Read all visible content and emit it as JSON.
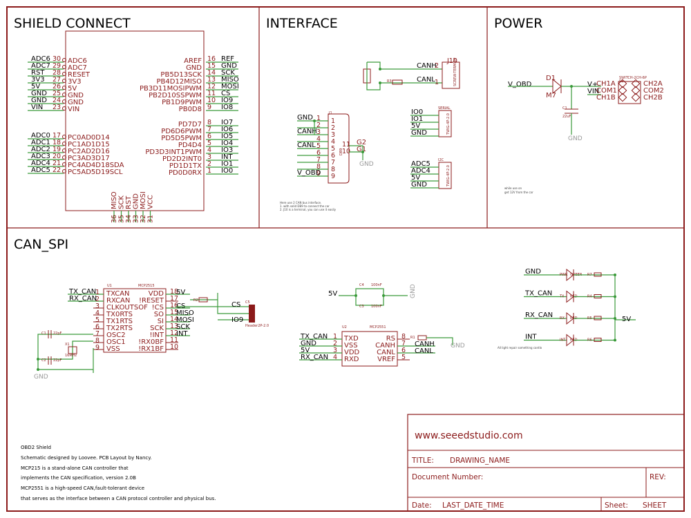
{
  "sections": {
    "shield": "SHIELD CONNECT",
    "interface": "INTERFACE",
    "power": "POWER",
    "can_spi": "CAN_SPI"
  },
  "shield": {
    "left_top": [
      {
        "net": "ADC6",
        "num": "30",
        "pin": "ADC6"
      },
      {
        "net": "ADC7",
        "num": "29",
        "pin": "ADC7"
      },
      {
        "net": "RST",
        "num": "28",
        "pin": "RESET"
      },
      {
        "net": "3V3",
        "num": "27",
        "pin": "3V3"
      },
      {
        "net": "5V",
        "num": "26",
        "pin": "5V"
      },
      {
        "net": "GND",
        "num": "25",
        "pin": "GND"
      },
      {
        "net": "GND",
        "num": "24",
        "pin": "GND"
      },
      {
        "net": "VIN",
        "num": "23",
        "pin": "VIN"
      }
    ],
    "left_bottom": [
      {
        "net": "ADC0",
        "num": "17",
        "pin": "PC0AD0D14"
      },
      {
        "net": "ADC1",
        "num": "18",
        "pin": "PC1AD1D15"
      },
      {
        "net": "ADC2",
        "num": "19",
        "pin": "PC2AD2D16"
      },
      {
        "net": "ADC3",
        "num": "20",
        "pin": "PC3AD3D17"
      },
      {
        "net": "ADC4",
        "num": "21",
        "pin": "PC4AD4D18SDA"
      },
      {
        "net": "ADC5",
        "num": "22",
        "pin": "PC5AD5D19SCL"
      }
    ],
    "right_top": [
      {
        "net": "REF",
        "num": "16",
        "pin": "AREF"
      },
      {
        "net": "GND",
        "num": "15",
        "pin": "GND"
      },
      {
        "net": "SCK",
        "num": "14",
        "pin": "PB5D13SCK"
      },
      {
        "net": "MISO",
        "num": "13",
        "pin": "PB4D12MISO"
      },
      {
        "net": "MOSI",
        "num": "12",
        "pin": "PB3D11MOSIPWM"
      },
      {
        "net": "CS",
        "num": "11",
        "pin": "PB2D10SSPWM"
      },
      {
        "net": "IO9",
        "num": "10",
        "pin": "PB1D9PWM"
      },
      {
        "net": "IO8",
        "num": "9",
        "pin": "PB0D8"
      }
    ],
    "right_bottom": [
      {
        "net": "IO7",
        "num": "8",
        "pin": "PD7D7"
      },
      {
        "net": "IO6",
        "num": "7",
        "pin": "PD6D6PWM"
      },
      {
        "net": "IO5",
        "num": "6",
        "pin": "PD5D5PWM"
      },
      {
        "net": "IO4",
        "num": "5",
        "pin": "PD4D4"
      },
      {
        "net": "IO3",
        "num": "4",
        "pin": "PD3D3INT1PWM"
      },
      {
        "net": "INT",
        "num": "3",
        "pin": "PD2D2INT0"
      },
      {
        "net": "IO1",
        "num": "2",
        "pin": "PD1D1TX"
      },
      {
        "net": "IO0",
        "num": "1",
        "pin": "PD0D0RX"
      }
    ],
    "bottom": [
      {
        "num": "36",
        "pin": "MISO"
      },
      {
        "num": "35",
        "pin": "SCK"
      },
      {
        "num": "34",
        "pin": "RST"
      },
      {
        "num": "33",
        "pin": "GND"
      },
      {
        "num": "32",
        "pin": "MOSI"
      },
      {
        "num": "31",
        "pin": "VCC"
      }
    ]
  },
  "interface": {
    "db9": {
      "ref": "J1",
      "name": "DB9",
      "pins": [
        {
          "net": "GND",
          "num": "1"
        },
        {
          "net": "",
          "num": "2"
        },
        {
          "net": "CANH",
          "num": "3"
        },
        {
          "net": "",
          "num": "4"
        },
        {
          "net": "CANL",
          "num": "5"
        },
        {
          "net": "",
          "num": "6"
        },
        {
          "net": "",
          "num": "7"
        },
        {
          "net": "",
          "num": "8"
        },
        {
          "net": "V_OBD",
          "num": "9"
        }
      ],
      "right_pins": [
        {
          "num": "11",
          "pin": "G2"
        },
        {
          "num": "10",
          "pin": "G1"
        }
      ],
      "gnd": "GND"
    },
    "j10": {
      "ref": "J10",
      "name": "SCREW-TERM-2P",
      "pins": [
        {
          "net": "CANH",
          "num": "2"
        },
        {
          "net": "CANL",
          "num": "1"
        }
      ]
    },
    "r3": "R3",
    "serial": {
      "title": "SERIAL",
      "name": "TWIG-4P-2.0",
      "nets": [
        "IO0",
        "IO1",
        "5V",
        "GND"
      ]
    },
    "iic": {
      "title": "I2C",
      "name": "TWIG-4P-2.0",
      "nets": [
        "ADC5",
        "ADC4",
        "5V",
        "GND"
      ]
    },
    "notes": [
      "Here use 2 CAN bus interface.",
      "1. with solid DB9 to connect the car",
      "2. J10 is a terminal, you can use it easily"
    ]
  },
  "power": {
    "vobd": "V_OBD",
    "d1": "D1",
    "d1_part": "M7",
    "vplus": "V+",
    "vin": "VIN",
    "c1": "C1",
    "c1_val": "22uF",
    "gnd": "GND",
    "switch": {
      "name": "SWITCH-2CH-6P",
      "ref": "S1",
      "left": [
        "CH1A",
        "COM1",
        "CH1B"
      ],
      "right": [
        "CH2A",
        "COM2",
        "CH2B"
      ]
    },
    "notes": [
      "while use on",
      "get 12V from the car"
    ]
  },
  "can_spi": {
    "u1": {
      "ref": "U1",
      "part": "MCP2515",
      "left": [
        {
          "net": "TX_CAN",
          "num": "1",
          "pin": "TXCAN"
        },
        {
          "net": "RX_CAN",
          "num": "2",
          "pin": "RXCAN"
        },
        {
          "net": "",
          "num": "3",
          "pin": "CLKOUTSOF"
        },
        {
          "net": "",
          "num": "4",
          "pin": "TX0RTS"
        },
        {
          "net": "",
          "num": "5",
          "pin": "TX1RTS"
        },
        {
          "net": "",
          "num": "6",
          "pin": "TX2RTS"
        },
        {
          "net": "",
          "num": "7",
          "pin": "OSC2"
        },
        {
          "net": "",
          "num": "8",
          "pin": "OSC1"
        },
        {
          "net": "",
          "num": "9",
          "pin": "VSS"
        }
      ],
      "right": [
        {
          "net": "5V",
          "num": "18",
          "pin": "VDD"
        },
        {
          "net": "",
          "num": "17",
          "pin": "!RESET"
        },
        {
          "net": "CS",
          "num": "16",
          "pin": "!CS"
        },
        {
          "net": "MISO",
          "num": "15",
          "pin": "SO"
        },
        {
          "net": "MOSI",
          "num": "14",
          "pin": "SI"
        },
        {
          "net": "SCK",
          "num": "13",
          "pin": "SCK"
        },
        {
          "net": "INT",
          "num": "12",
          "pin": "!INT"
        },
        {
          "net": "",
          "num": "11",
          "pin": "!RX0BF"
        },
        {
          "net": "",
          "num": "10",
          "pin": "!RX1BF"
        }
      ]
    },
    "r2": "R2",
    "c5": {
      "ref": "C5",
      "name": "Header2P-2.0",
      "nets": [
        "CS",
        "IO9"
      ]
    },
    "c1": {
      "ref": "C1",
      "val": "22pF"
    },
    "c2": {
      "ref": "C2",
      "val": "22pF"
    },
    "x1": {
      "ref": "X1",
      "val": "16MHz"
    },
    "gnd": "GND",
    "decouple": {
      "net": "5V",
      "c4": "C4",
      "c4_val": "100nF",
      "c3": "C3",
      "c3_val": "100nF",
      "gnd": "GND"
    },
    "u2": {
      "ref": "U2",
      "part": "MCP2551",
      "left": [
        {
          "net": "TX_CAN",
          "num": "1",
          "pin": "TXD"
        },
        {
          "net": "GND",
          "num": "2",
          "pin": "VSS"
        },
        {
          "net": "5V",
          "num": "3",
          "pin": "VDD"
        },
        {
          "net": "RX_CAN",
          "num": "4",
          "pin": "RXD"
        }
      ],
      "right": [
        {
          "net": "",
          "num": "8",
          "pin": "RS"
        },
        {
          "net": "CANH",
          "num": "7",
          "pin": "CANH"
        },
        {
          "net": "CANL",
          "num": "6",
          "pin": "CANL"
        },
        {
          "net": "",
          "num": "5",
          "pin": "VREF"
        }
      ]
    },
    "r1": "R1",
    "rs_gnd": "GND",
    "leds": [
      {
        "net": "GND",
        "led": "PWR",
        "color": "GREEN",
        "res": "R7"
      },
      {
        "net": "TX_CAN",
        "led": "TX",
        "color": "RED",
        "res": "R4"
      },
      {
        "net": "RX_CAN",
        "led": "RX",
        "color": "RED",
        "res": "R5"
      },
      {
        "net": "INT",
        "led": "INT",
        "color": "RED",
        "res": "R6"
      }
    ],
    "led_rail": "5V",
    "led_note": "All light repair something cantlo"
  },
  "notes": [
    "OBD2 Shield",
    "Schematic designed by Loovee. PCB Layout by Nancy.",
    "MCP215 is a stand-alone CAN controller that",
    "implements the CAN specification, version 2.0B",
    "MCP2551 is a high-speed CAN,fault-tolerant device",
    "that serves as the interface between a CAN protocol controller and physical bus."
  ],
  "title_block": {
    "url": "www.seeedstudio.com",
    "title_label": "TITLE:",
    "title_value": "DRAWING_NAME",
    "docnum_label": "Document Number:",
    "rev_label": "REV:",
    "date_label": "Date:",
    "date_value": "LAST_DATE_TIME",
    "sheet_label": "Sheet:",
    "sheet_value": "SHEET"
  }
}
